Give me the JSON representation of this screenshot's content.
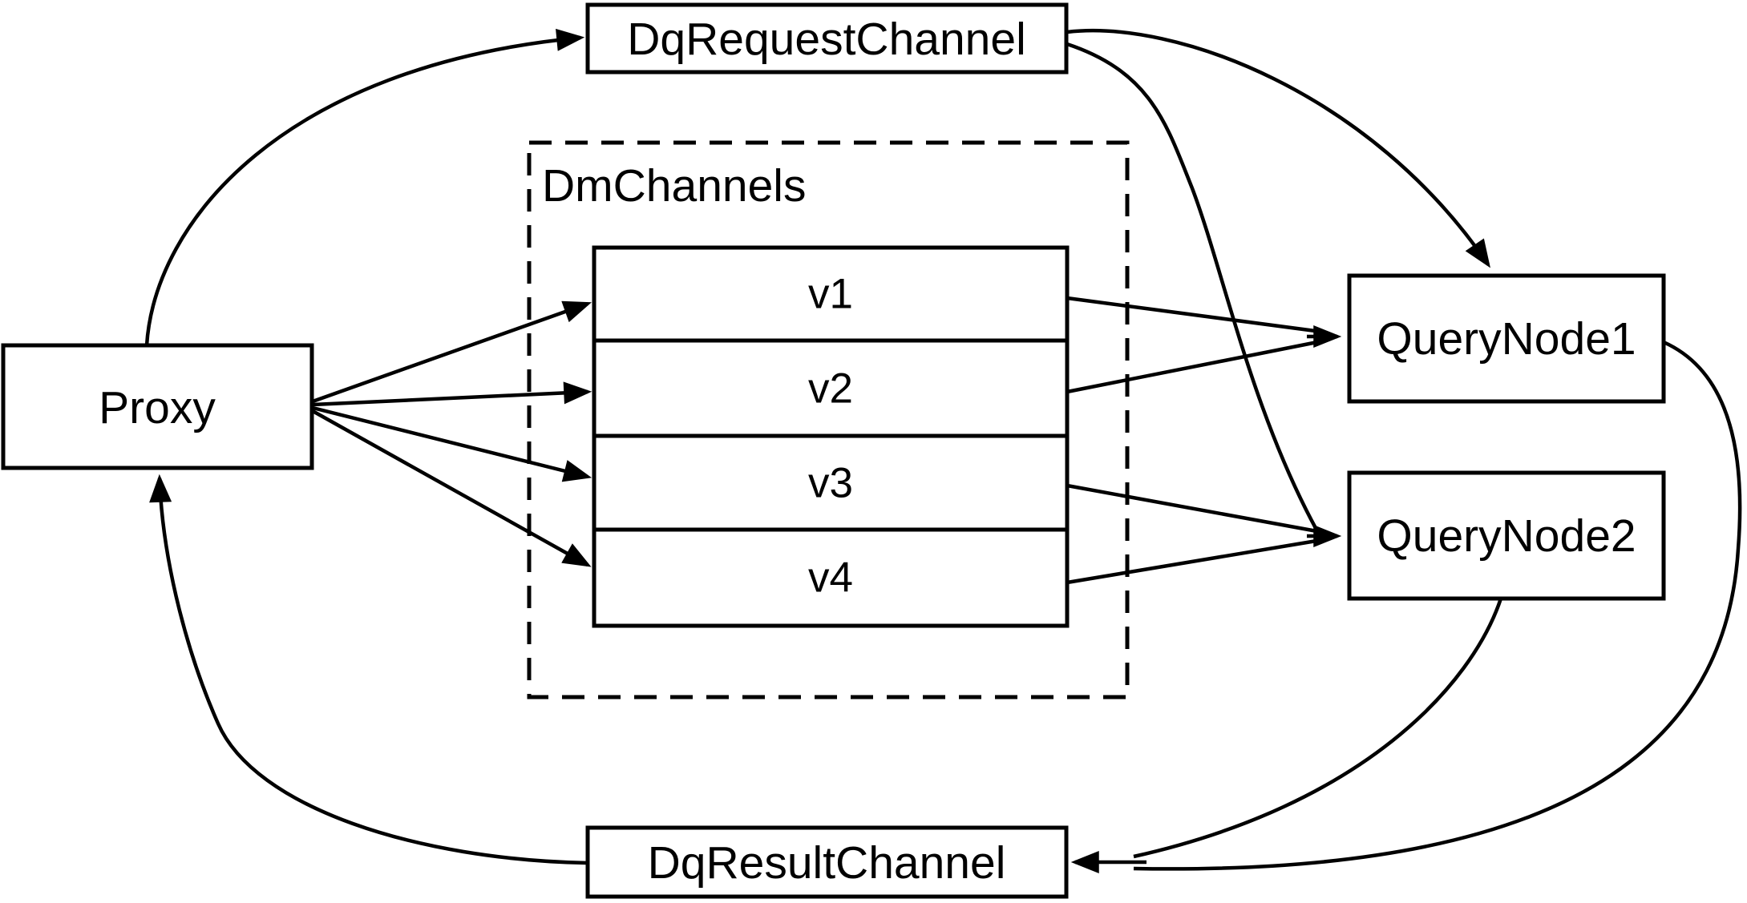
{
  "diagram": {
    "background_color": "#ffffff",
    "stroke_color": "#000000",
    "nodes": {
      "proxy": {
        "label": "Proxy"
      },
      "dq_request_channel": {
        "label": "DqRequestChannel"
      },
      "dm_channels_group": {
        "label": "DmChannels"
      },
      "channel_v1": {
        "label": "v1"
      },
      "channel_v2": {
        "label": "v2"
      },
      "channel_v3": {
        "label": "v3"
      },
      "channel_v4": {
        "label": "v4"
      },
      "query_node_1": {
        "label": "QueryNode1"
      },
      "query_node_2": {
        "label": "QueryNode2"
      },
      "dq_result_channel": {
        "label": "DqResultChannel"
      }
    },
    "edges": [
      {
        "from": "proxy",
        "to": "dq_request_channel"
      },
      {
        "from": "proxy",
        "to": "channel_v1"
      },
      {
        "from": "proxy",
        "to": "channel_v2"
      },
      {
        "from": "proxy",
        "to": "channel_v3"
      },
      {
        "from": "proxy",
        "to": "channel_v4"
      },
      {
        "from": "channel_v1",
        "to": "query_node_1"
      },
      {
        "from": "channel_v2",
        "to": "query_node_1"
      },
      {
        "from": "channel_v3",
        "to": "query_node_2"
      },
      {
        "from": "channel_v4",
        "to": "query_node_2"
      },
      {
        "from": "dq_request_channel",
        "to": "query_node_1"
      },
      {
        "from": "dq_request_channel",
        "to": "query_node_2"
      },
      {
        "from": "query_node_1",
        "to": "dq_result_channel"
      },
      {
        "from": "query_node_2",
        "to": "dq_result_channel"
      },
      {
        "from": "dq_result_channel",
        "to": "proxy"
      }
    ]
  }
}
